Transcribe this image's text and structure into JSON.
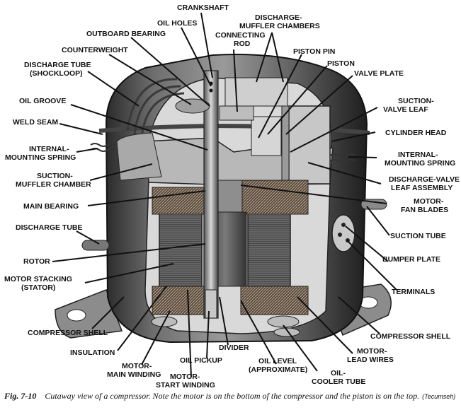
{
  "labels": {
    "crankshaft": "CRANKSHAFT",
    "discharge_muffler_chambers_1": "DISCHARGE-",
    "discharge_muffler_chambers_2": "MUFFLER CHAMBERS",
    "oil_holes": "OIL HOLES",
    "outboard_bearing": "OUTBOARD BEARING",
    "connecting_rod_1": "CONNECTING",
    "connecting_rod_2": "ROD",
    "counterweight": "COUNTERWEIGHT",
    "piston_pin": "PISTON PIN",
    "discharge_tube_shockloop_1": "DISCHARGE TUBE",
    "discharge_tube_shockloop_2": "(SHOCKLOOP)",
    "piston": "PISTON",
    "valve_plate": "VALVE PLATE",
    "oil_groove": "OIL GROOVE",
    "suction_valve_leaf_1": "SUCTION-",
    "suction_valve_leaf_2": "VALVE LEAF",
    "weld_seam": "WELD SEAM",
    "cylinder_head": "CYLINDER HEAD",
    "internal_mounting_spring_left_1": "INTERNAL-",
    "internal_mounting_spring_left_2": "MOUNTING SPRING",
    "internal_mounting_spring_right_1": "INTERNAL-",
    "internal_mounting_spring_right_2": "MOUNTING SPRING",
    "suction_muffler_chamber_1": "SUCTION-",
    "suction_muffler_chamber_2": "MUFFLER CHAMBER",
    "discharge_valve_leaf_assembly_1": "DISCHARGE-VALVE",
    "discharge_valve_leaf_assembly_2": "LEAF ASSEMBLY",
    "main_bearing": "MAIN BEARING",
    "motor_fan_blades_1": "MOTOR-",
    "motor_fan_blades_2": "FAN BLADES",
    "discharge_tube": "DISCHARGE TUBE",
    "suction_tube": "SUCTION TUBE",
    "rotor": "ROTOR",
    "bumper_plate": "BUMPER PLATE",
    "motor_stacking_1": "MOTOR STACKING",
    "motor_stacking_2": "(STATOR)",
    "terminals": "TERMINALS",
    "compressor_shell_left": "COMPRESSOR SHELL",
    "compressor_shell_right": "COMPRESSOR SHELL",
    "insulation": "INSULATION",
    "divider": "DIVIDER",
    "motor_lead_wires_1": "MOTOR-",
    "motor_lead_wires_2": "LEAD WIRES",
    "motor_main_winding_1": "MOTOR-",
    "motor_main_winding_2": "MAIN WINDING",
    "oil_pickup": "OIL PICKUP",
    "oil_level_1": "OIL LEVEL",
    "oil_level_2": "(APPROXIMATE)",
    "oil_cooler_tube_1": "OIL-",
    "oil_cooler_tube_2": "COOLER TUBE",
    "motor_start_winding_1": "MOTOR-",
    "motor_start_winding_2": "START WINDING"
  },
  "caption": {
    "figure_number": "Fig. 7-10",
    "text": "Cutaway view of a compressor. Note the motor is on the bottom of the compressor and the piston is on the top.",
    "source": "(Tecumseh)"
  }
}
